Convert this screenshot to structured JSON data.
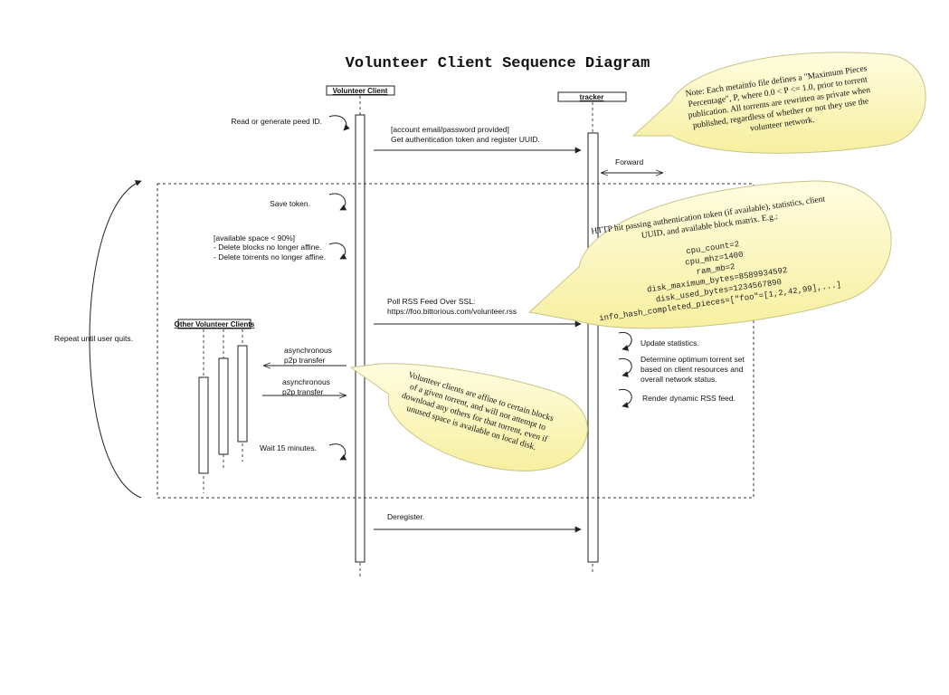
{
  "title": "Volunteer Client Sequence Diagram",
  "participants": {
    "client": "Volunteer Client",
    "tracker": "tracker",
    "others": "Other Volunteer Clients"
  },
  "loop_label": "Repeat until user quits.",
  "client_self": {
    "read_peer_id": "Read or generate peed ID.",
    "save_token": "Save token.",
    "space_cond": "[available space < 90%]",
    "delete_blocks": "- Delete blocks no longer affine.",
    "delete_torrents": "- Delete torrents no longer affine.",
    "wait": "Wait 15 minutes."
  },
  "messages": {
    "auth_cond": "[account email/password provided]",
    "auth": "Get authentication token and register UUID.",
    "forward": "Forward",
    "poll": "Poll RSS Feed Over SSL:",
    "poll_url": "https://foo.bittorious.com/volunteer.rss",
    "p2p_in_1": "asynchronous",
    "p2p_in_2": "p2p transfer",
    "p2p_out_1": "asynchronous",
    "p2p_out_2": "p2p transfer",
    "deregister": "Deregister."
  },
  "tracker_self": {
    "update_stats": "Update statistics.",
    "determine_1": "Determine optimum torrent set",
    "determine_2": "based on client resources and",
    "determine_3": "overall network status.",
    "render": "Render dynamic RSS feed."
  },
  "notes": {
    "metainfo": [
      "Note: Each metainfo file defines a \"Maximum Pieces",
      "Percentage\", P, where 0.0 < P <= 1.0, prior to torrent",
      "publication. All torrents are rewritten as private when",
      "published, regardless of whether or not they use the",
      "volunteer network."
    ],
    "http_hit": [
      "HTTP hit passing authentication token (if available), statistics, client",
      "UUID, and available block matrix. E.g.:"
    ],
    "http_example": [
      "cpu_count=2",
      "cpu_mhz=1400",
      "ram_mb=2",
      "disk_maximum_bytes=8589934592",
      "disk_used_bytes=1234567890",
      "info_hash_completed_pieces=[\"foo\"=[1,2,42,99],...]"
    ],
    "affine": [
      "Volunteer clients are affine to certain blocks",
      "of a given torrent, and will not attempt to",
      "download any others for that torrent, even if",
      "unused space is available on local disk."
    ]
  },
  "colors": {
    "note_fill": "#fbf6b8",
    "note_stroke": "#c8c48a",
    "line": "#222222"
  }
}
